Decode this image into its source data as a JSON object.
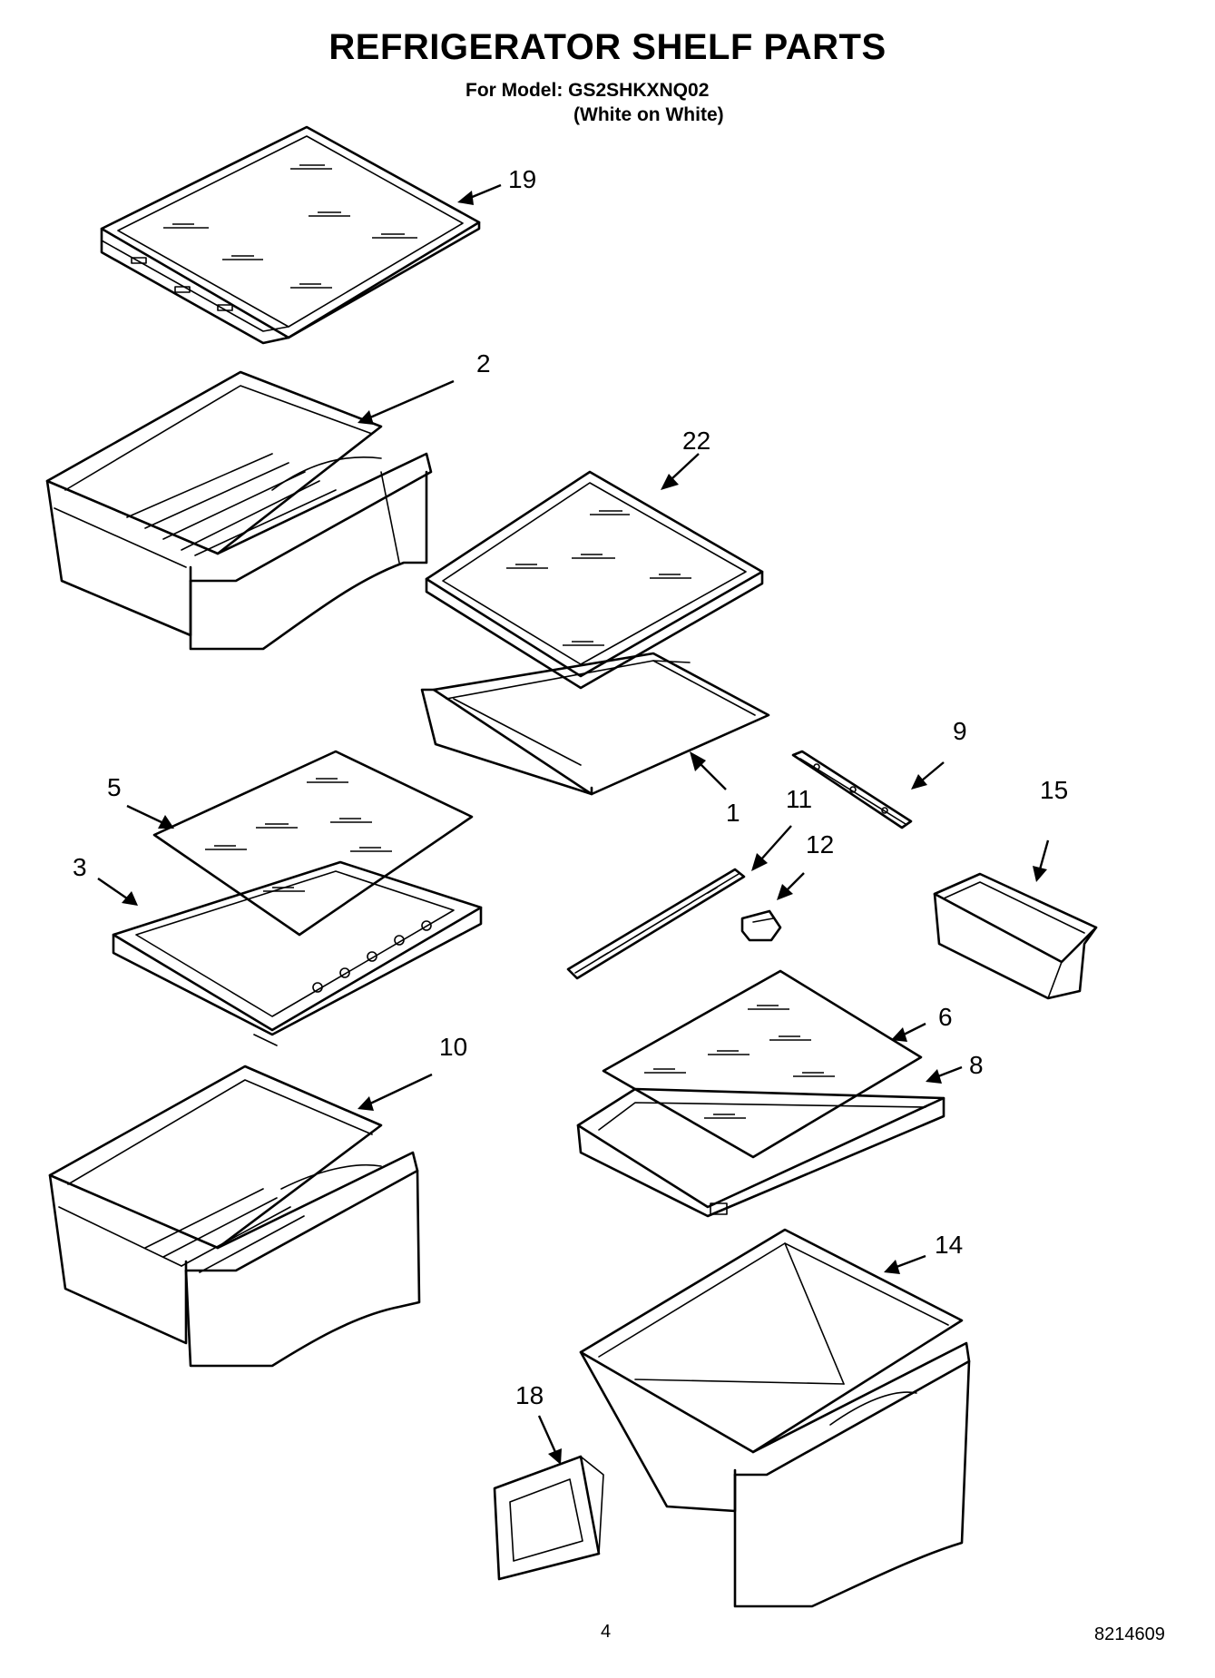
{
  "header": {
    "title": "REFRIGERATOR SHELF PARTS",
    "model_line": "For Model: GS2SHKXNQ02",
    "color_line": "(White on White)"
  },
  "callouts": [
    "19",
    "2",
    "22",
    "9",
    "1",
    "11",
    "12",
    "15",
    "5",
    "3",
    "6",
    "8",
    "10",
    "14",
    "18"
  ],
  "footer": {
    "page_number": "4",
    "doc_number": "8214609"
  }
}
